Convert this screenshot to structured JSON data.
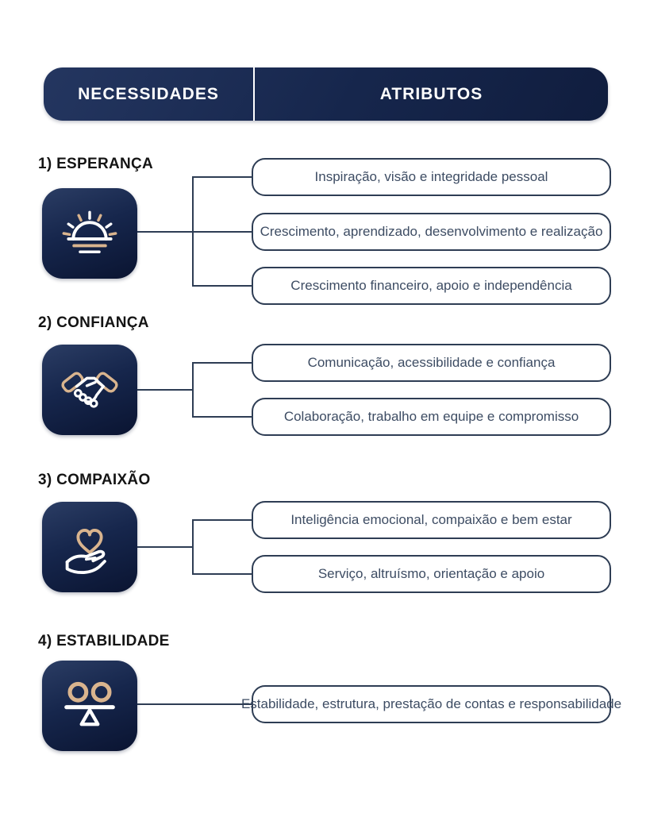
{
  "header": {
    "left_label": "NECESSIDADES",
    "right_label": "ATRIBUTOS"
  },
  "sections": [
    {
      "label": "1) ESPERANÇA",
      "icon": "sunrise-icon",
      "attributes": [
        "Inspiração, visão e integridade pessoal",
        "Crescimento, aprendizado, desenvolvimento e realização",
        "Crescimento financeiro, apoio e independência"
      ]
    },
    {
      "label": "2) CONFIANÇA",
      "icon": "handshake-icon",
      "attributes": [
        "Comunicação, acessibilidade e confiança",
        "Colaboração, trabalho em equipe e compromisso"
      ]
    },
    {
      "label": "3) COMPAIXÃO",
      "icon": "heart-in-hand-icon",
      "attributes": [
        "Inteligência emocional, compaixão e bem estar",
        "Serviço, altruísmo, orientação e apoio"
      ]
    },
    {
      "label": "4) ESTABILIDADE",
      "icon": "balance-icon",
      "attributes": [
        "Estabilidade, estrutura, prestação de contas e responsabilidade"
      ]
    }
  ],
  "colors": {
    "navy_dark": "#0a1431",
    "navy_mid": "#16264c",
    "navy_light": "#2b3d64",
    "accent_tan": "#d9b48e",
    "icon_white": "#ffffff",
    "line": "#2e3d54",
    "box_text": "#3d4c63",
    "heading_text": "#141414"
  }
}
